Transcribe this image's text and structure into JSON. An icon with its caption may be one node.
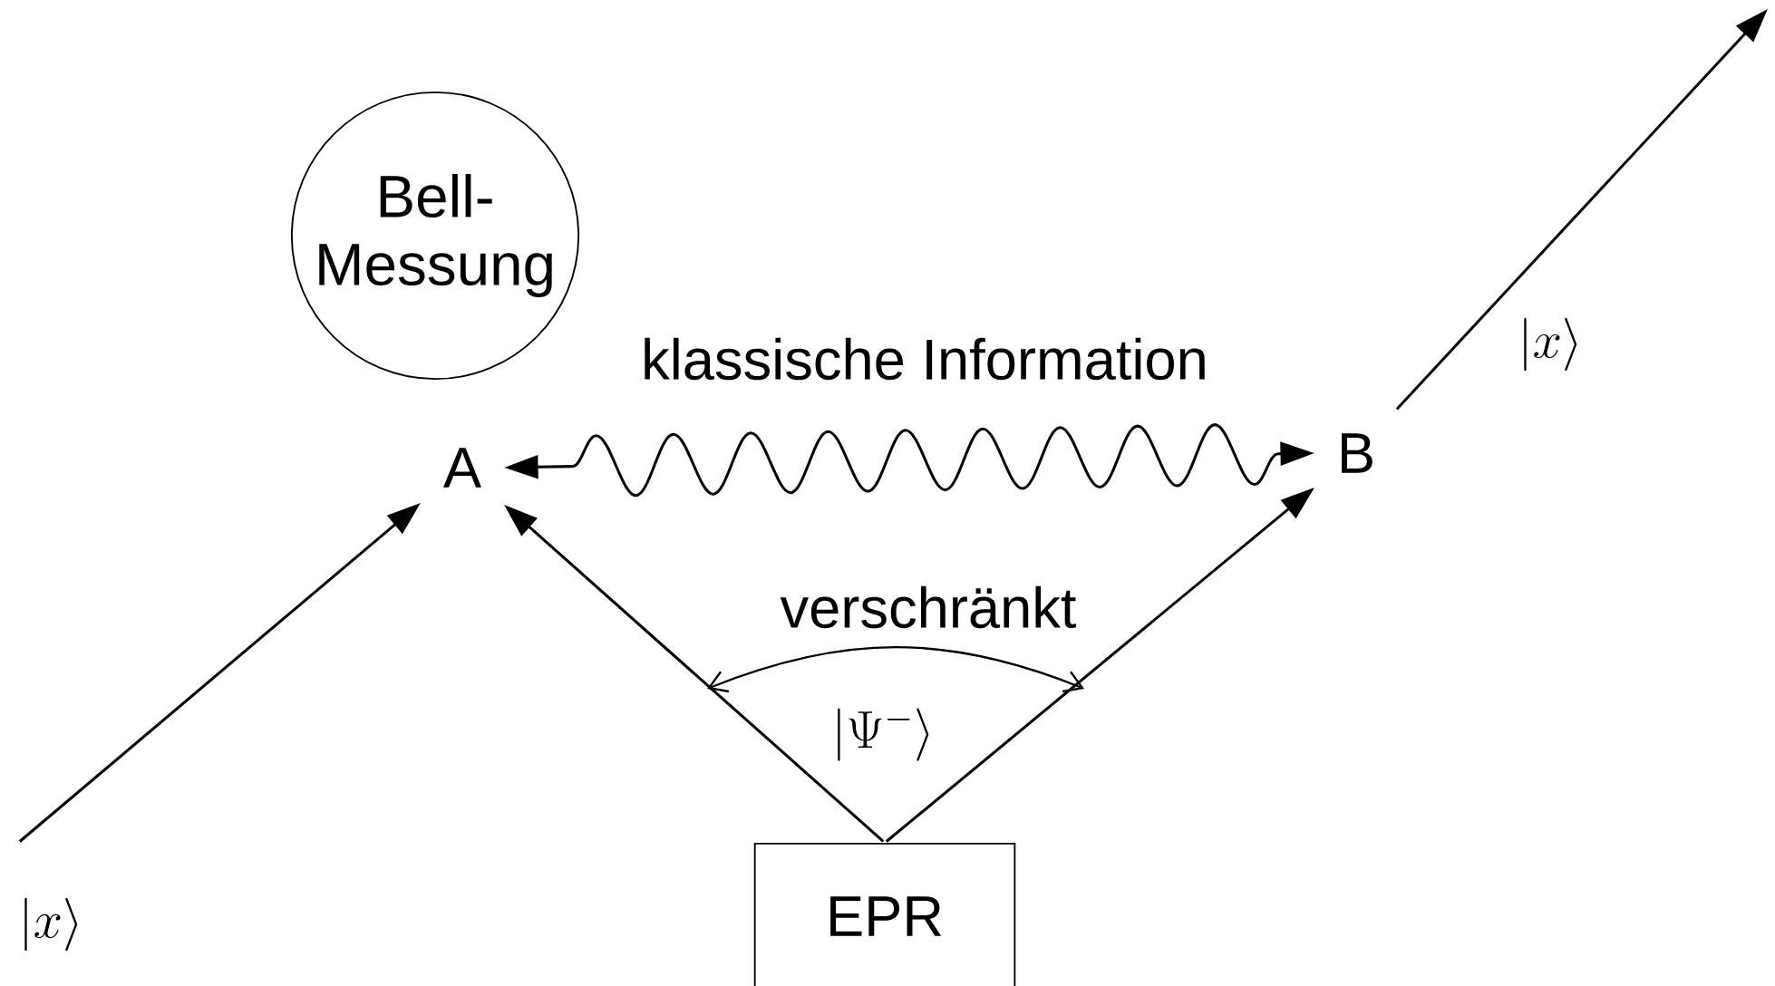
{
  "diagram": {
    "nodes": [
      {
        "text": [
          "Bell-Messung"
        ]
      },
      {
        "text": [
          "A"
        ]
      },
      {
        "text": [
          "B"
        ]
      },
      {
        "text": [
          "EPR"
        ]
      }
    ],
    "edges": [
      {
        "from": null,
        "to": 1,
        "arrow": "to"
      },
      {
        "from": 3,
        "to": 1,
        "arrow": "to"
      },
      {
        "from": 3,
        "to": 2,
        "arrow": "to"
      },
      {
        "from": 2,
        "to": 1,
        "arrow": "both",
        "label": "klassische Information"
      },
      {
        "from": 2,
        "to": null,
        "arrow": "to"
      }
    ],
    "labels": [
      "|x\\rangle",
      "verschränkt",
      "|\\Psi^-\\rangle",
      "|x\\rangle"
    ]
  }
}
